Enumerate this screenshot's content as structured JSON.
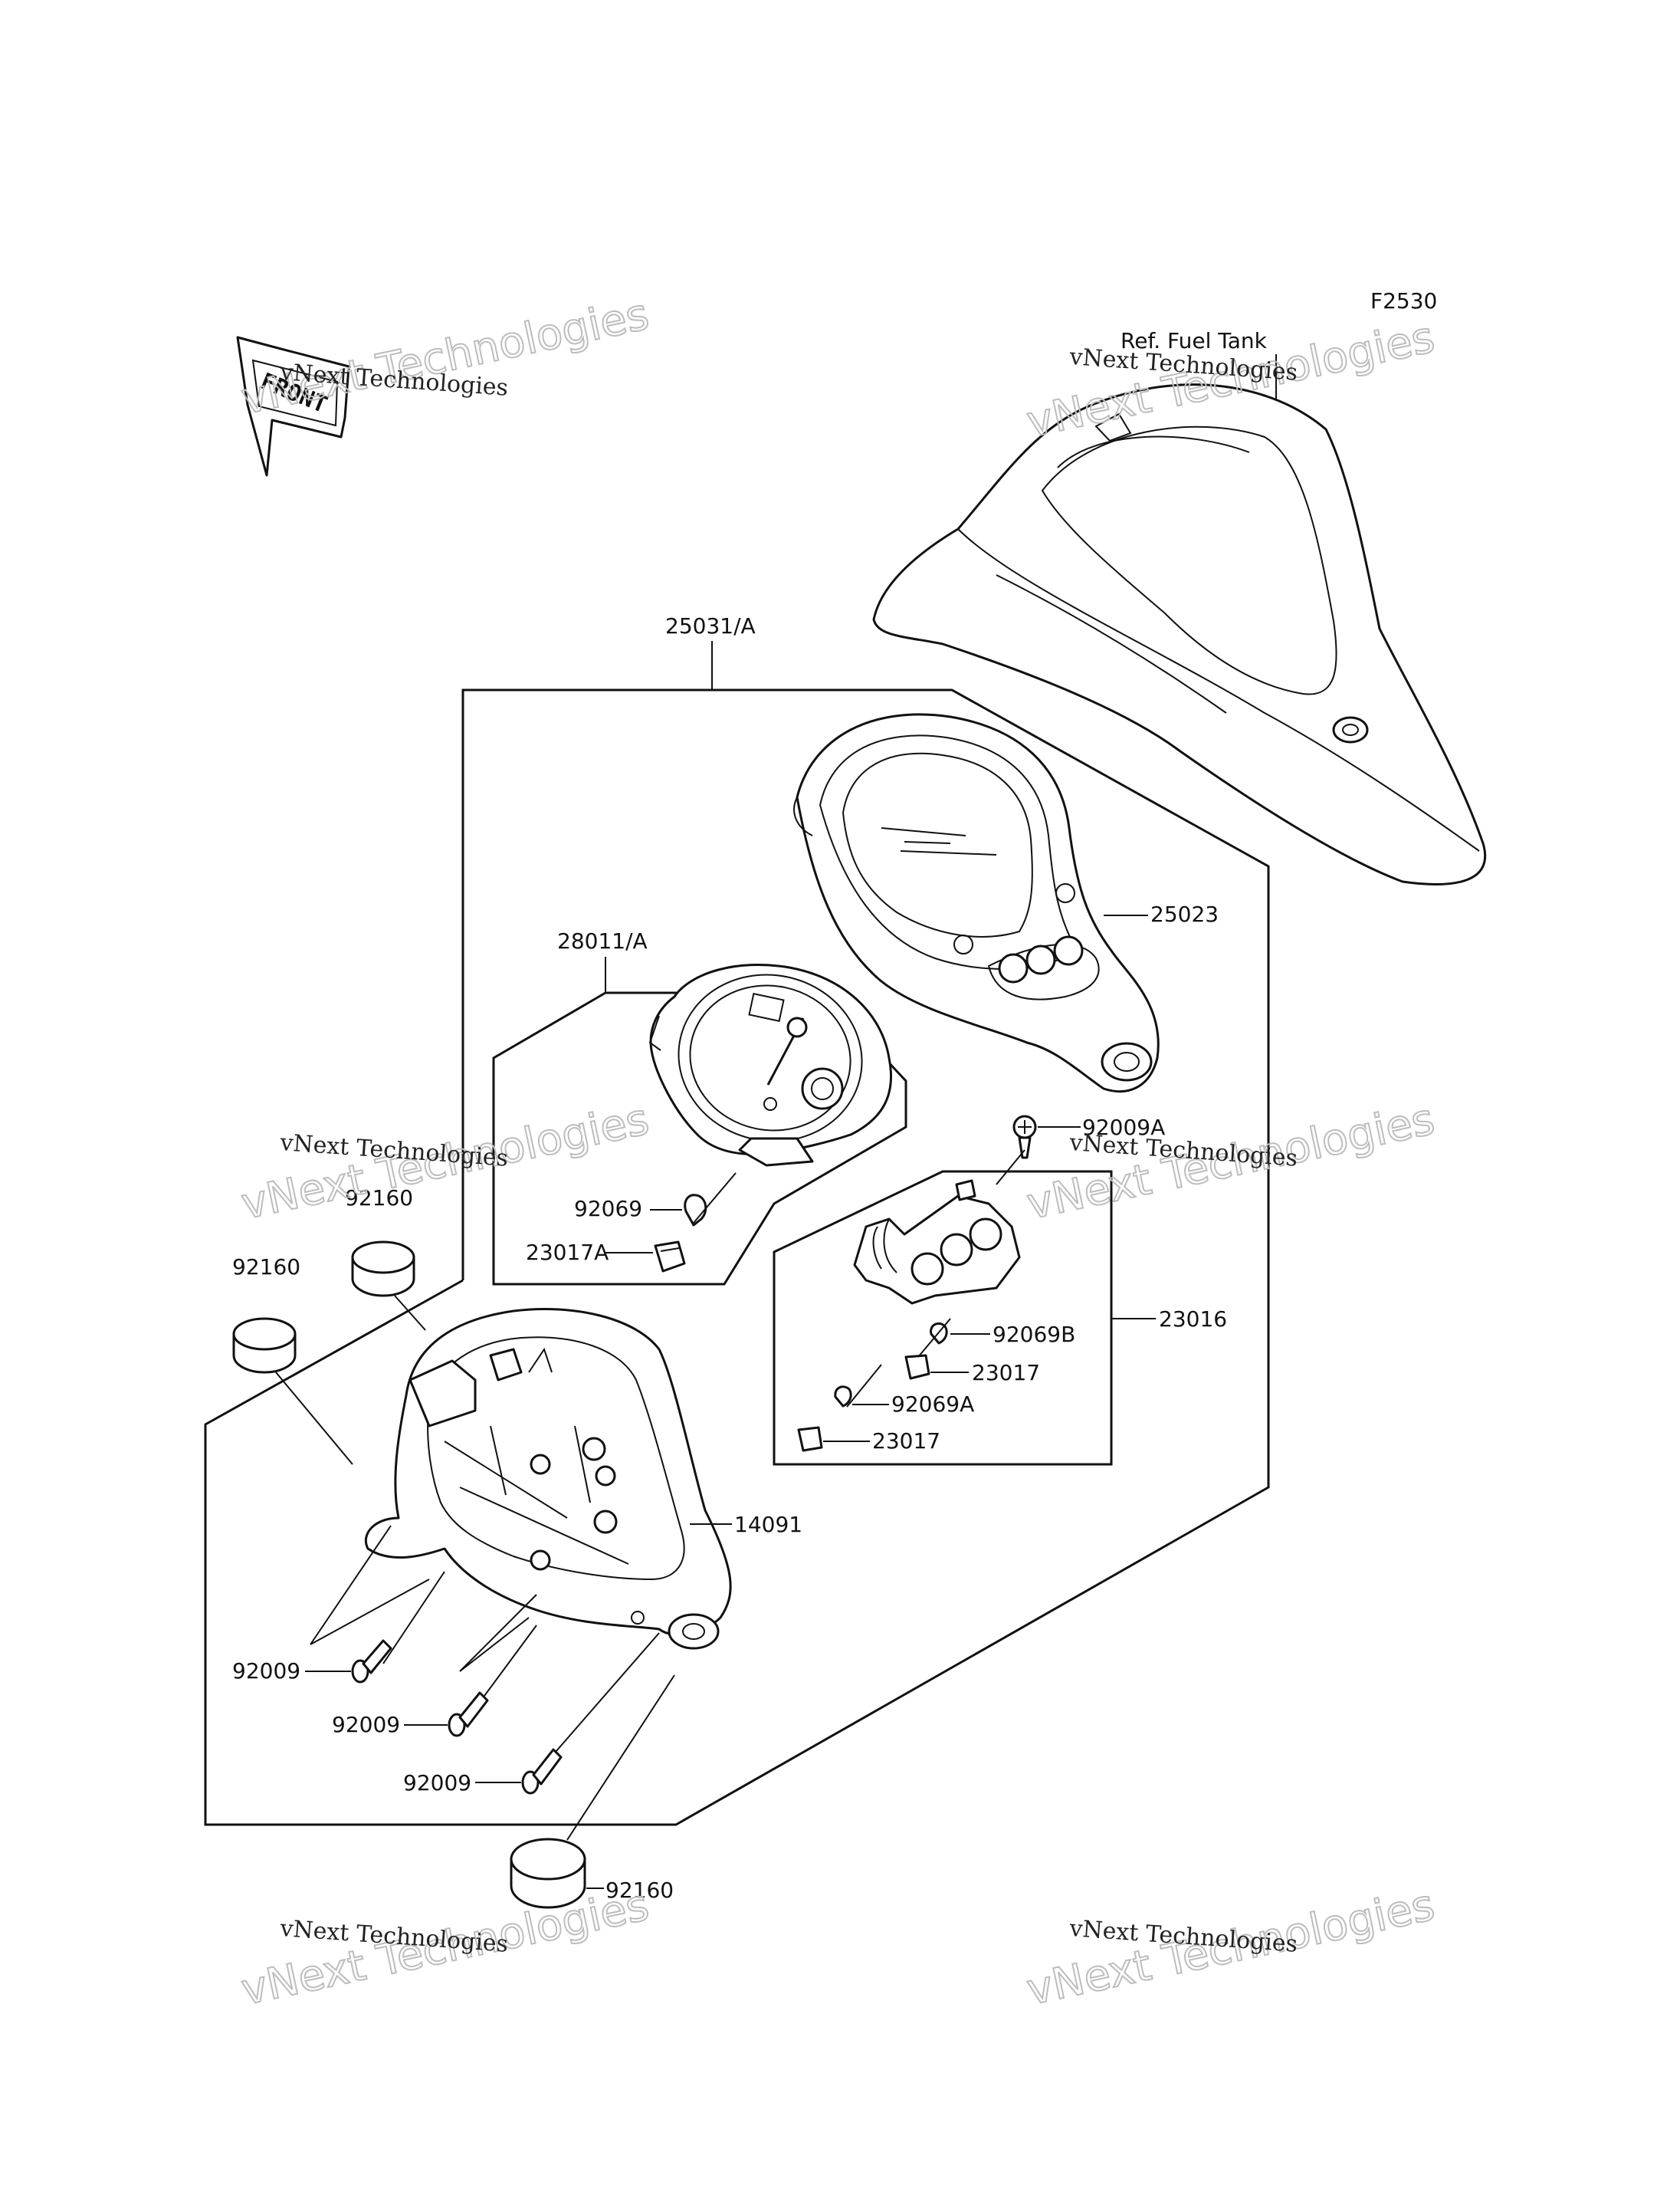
{
  "figure_id": "F2530",
  "reference": "Ref. Fuel Tank",
  "front_arrow": "FRONT",
  "watermark": {
    "line1": "vNext Technologies",
    "line2": "vNext Technologies"
  },
  "labels": {
    "meter_assy": "25031/A",
    "case": "25023",
    "meter_unit": "28011/A",
    "bulb_a": "92069",
    "socket_a": "23017A",
    "screw_a": "92009A",
    "lamp_assy": "23016",
    "bulb_b": "92069B",
    "socket_b": "23017",
    "bulb_c": "92069A",
    "socket_c": "23017",
    "housing": "14091",
    "grommet_1": "92160",
    "grommet_2": "92160",
    "grommet_3": "92160",
    "screw_1": "92009",
    "screw_2": "92009",
    "screw_3": "92009"
  }
}
